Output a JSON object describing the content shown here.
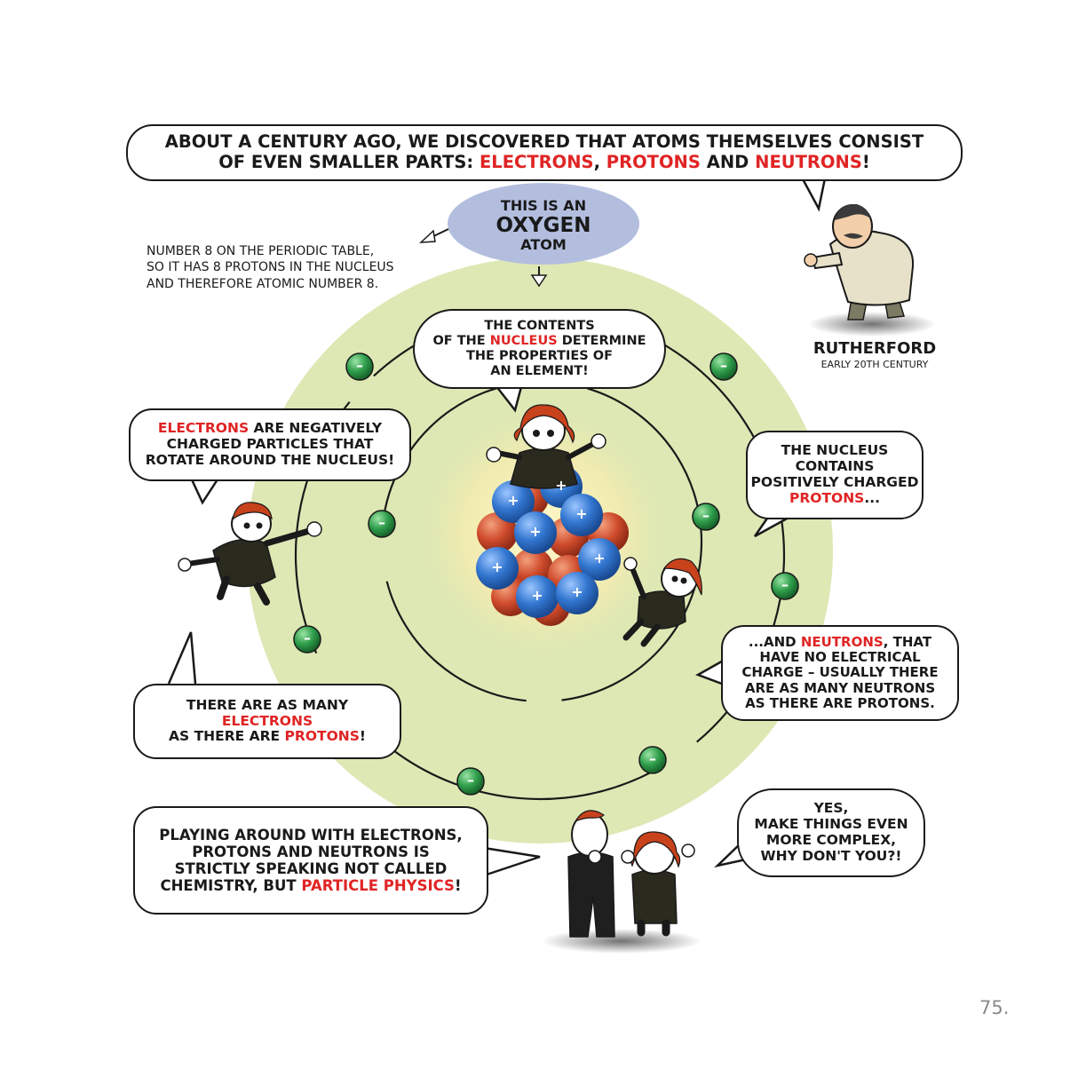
{
  "headline": {
    "line1": "ABOUT A CENTURY AGO, WE DISCOVERED THAT ATOMS THEMSELVES CONSIST",
    "line2_prefix": "OF EVEN SMALLER PARTS: ",
    "electrons": "ELECTRONS",
    "sep1": ", ",
    "protons": "PROTONS",
    "and": " AND ",
    "neutrons": "NEUTRONS",
    "bang": "!"
  },
  "oxygen_label": {
    "line1": "THIS IS AN",
    "line2": "OXYGEN",
    "line3": "ATOM"
  },
  "periodic_note": {
    "line1": "NUMBER 8 ON THE PERIODIC TABLE,",
    "line2": "SO IT HAS 8 PROTONS IN THE NUCLEUS",
    "line3": "AND THEREFORE ATOMIC NUMBER 8."
  },
  "rutherford": {
    "name": "RUTHERFORD",
    "era": "EARLY 20TH CENTURY"
  },
  "nucleus_bubble": {
    "line1": "THE CONTENTS",
    "line2_a": "OF THE ",
    "line2_red": "NUCLEUS",
    "line2_b": " DETERMINE",
    "line3": "THE PROPERTIES OF",
    "line4": "AN ELEMENT!"
  },
  "electrons_bubble": {
    "red": "ELECTRONS",
    "line1_b": " ARE NEGATIVELY",
    "line2": "CHARGED PARTICLES THAT",
    "line3": "ROTATE AROUND THE NUCLEUS!"
  },
  "protons_bubble": {
    "line1": "THE NUCLEUS",
    "line2": "CONTAINS",
    "line3": "POSITIVELY CHARGED",
    "red": "PROTONS",
    "tail": "..."
  },
  "neutrons_bubble": {
    "line1_a": "...AND ",
    "red": "NEUTRONS",
    "line1_b": ", THAT",
    "line2": "HAVE NO ELECTRICAL",
    "line3": "CHARGE – USUALLY THERE",
    "line4": "ARE AS MANY NEUTRONS",
    "line5": "AS THERE ARE PROTONS."
  },
  "equal_bubble": {
    "line1": "THERE ARE AS MANY",
    "red1": "ELECTRONS",
    "line3_a": "AS THERE ARE ",
    "red2": "PROTONS",
    "bang": "!"
  },
  "physics_bubble": {
    "line1": "PLAYING AROUND WITH ELECTRONS,",
    "line2": "PROTONS AND NEUTRONS IS",
    "line3": "STRICTLY SPEAKING NOT CALLED",
    "line4_a": "CHEMISTRY, BUT ",
    "red": "PARTICLE PHYSICS",
    "bang": "!"
  },
  "complex_bubble": {
    "line1": "YES,",
    "line2": "MAKE THINGS EVEN",
    "line3": "MORE COMPLEX,",
    "line4": "WHY DON'T YOU?!"
  },
  "electron_symbol": "–",
  "proton_symbol": "+",
  "page_number": "75.",
  "colors": {
    "accent_red": "#e02424",
    "orbit_fill": "#dde8b4",
    "oxygen_label_fill": "#b3bedf",
    "electron_green": "#2f9e4b",
    "proton_blue": "#2f6fc0",
    "neutron_red": "#c9472a",
    "page_number_gray": "#8a8a8a"
  }
}
